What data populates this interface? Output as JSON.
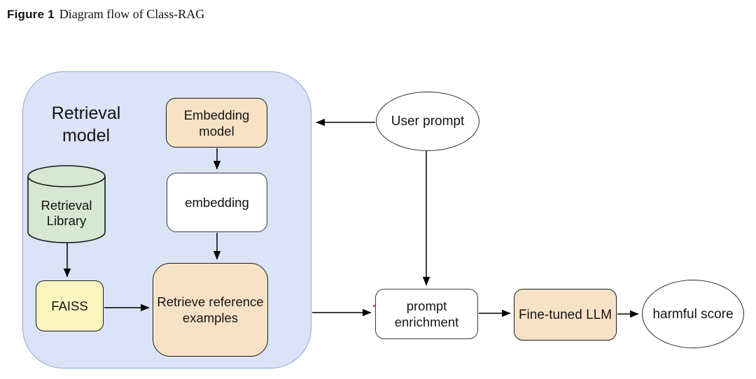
{
  "caption": {
    "label": "Figure 1",
    "title": "Diagram flow of Class-RAG"
  },
  "diagram": {
    "container_label": "Retrieval\nmodel",
    "nodes": {
      "embedding_model": "Embedding\nmodel",
      "retrieval_library": "Retrieval\nLibrary",
      "embedding": "embedding",
      "faiss": "FAISS",
      "retrieve_reference_examples": "Retrieve reference\nexamples",
      "user_prompt": "User prompt",
      "prompt_enrichment": "prompt\nenrichment",
      "fine_tuned_llm": "Fine-tuned LLM",
      "harmful_score": "harmful score"
    },
    "edges": [
      {
        "from": "user_prompt",
        "to": "retrieval_model_container"
      },
      {
        "from": "user_prompt",
        "to": "prompt_enrichment"
      },
      {
        "from": "embedding_model",
        "to": "embedding"
      },
      {
        "from": "embedding",
        "to": "retrieve_reference_examples"
      },
      {
        "from": "retrieval_library",
        "to": "faiss"
      },
      {
        "from": "faiss",
        "to": "retrieve_reference_examples"
      },
      {
        "from": "retrieval_model_container",
        "to": "prompt_enrichment"
      },
      {
        "from": "prompt_enrichment",
        "to": "fine_tuned_llm"
      },
      {
        "from": "fine_tuned_llm",
        "to": "harmful_score"
      }
    ],
    "colors": {
      "container_fill": "#dbe3f7",
      "container_stroke": "#8ea9dc",
      "peach_fill": "#f8e2c6",
      "green_fill": "#d6e7d2",
      "yellow_fill": "#fcf4bf",
      "white_fill": "#ffffff",
      "node_stroke": "#1a1a1a",
      "arrow_color": "#000000"
    }
  }
}
